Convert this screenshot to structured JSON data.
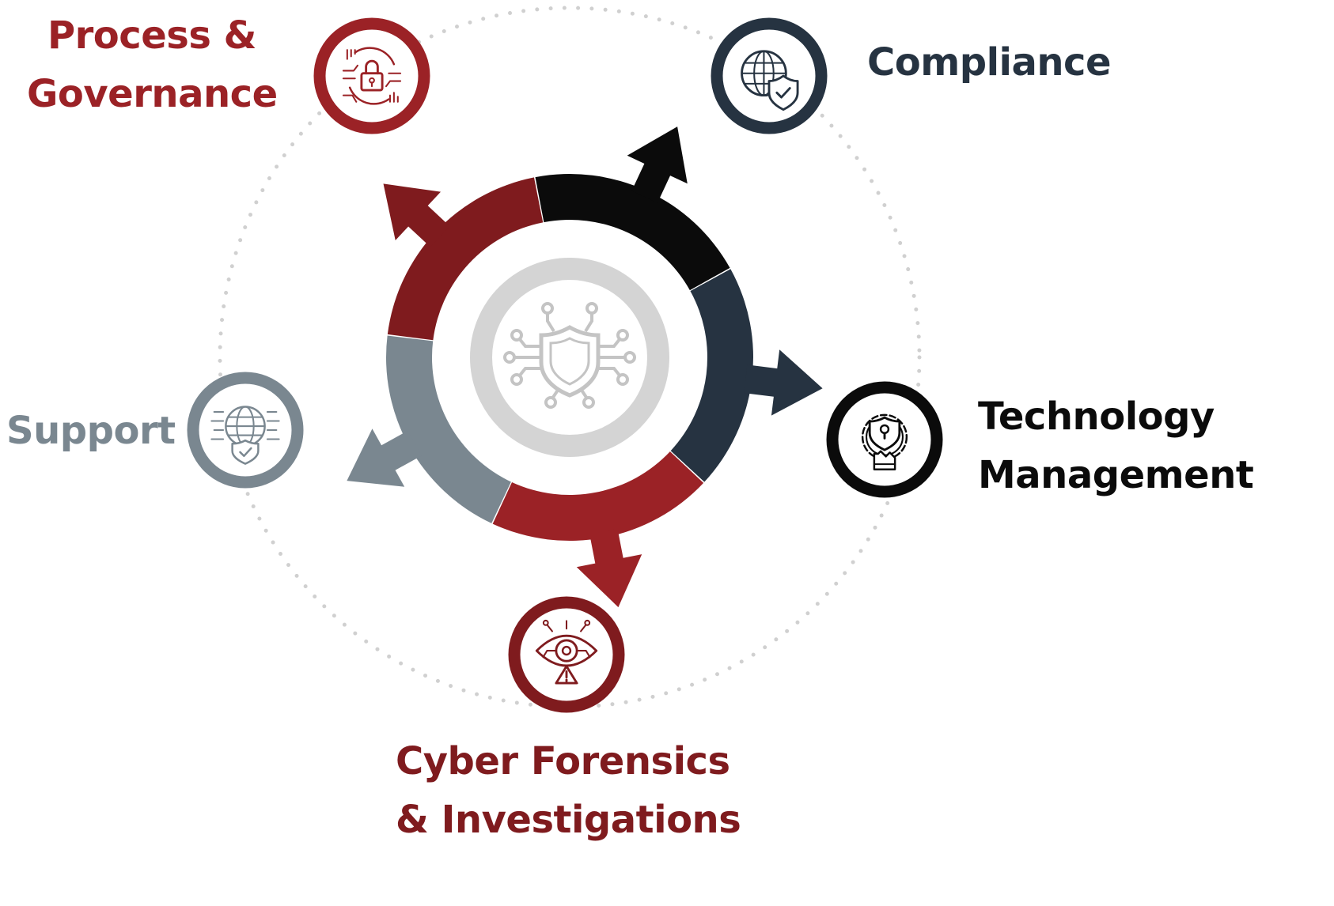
{
  "colors": {
    "red": "#9b2226",
    "dark_red": "#7f1b1e",
    "navy": "#263341",
    "black": "#0b0b0b",
    "slate": "#7a8790",
    "center_ring": "#d4d4d4",
    "center_icon": "#c4c4c4",
    "dotted_circle": "#d0d0d0"
  },
  "center": {
    "icon": "circuit-shield-icon"
  },
  "nodes": [
    {
      "id": "process",
      "lines": [
        "Process &",
        "Governance"
      ],
      "icon": "circuit-lock-icon",
      "color": "#9b2226"
    },
    {
      "id": "compliance",
      "lines": [
        "Compliance"
      ],
      "icon": "globe-shield-icon",
      "color": "#263341"
    },
    {
      "id": "technology",
      "lines": [
        "Technology",
        "Management"
      ],
      "icon": "gear-shield-hand-icon",
      "color": "#0b0b0b"
    },
    {
      "id": "forensics",
      "lines": [
        "Cyber Forensics",
        "& Investigations"
      ],
      "icon": "eye-alert-icon",
      "color": "#7f1b1e"
    },
    {
      "id": "support",
      "lines": [
        "Support"
      ],
      "icon": "globe-check-icon",
      "color": "#7a8790"
    }
  ]
}
